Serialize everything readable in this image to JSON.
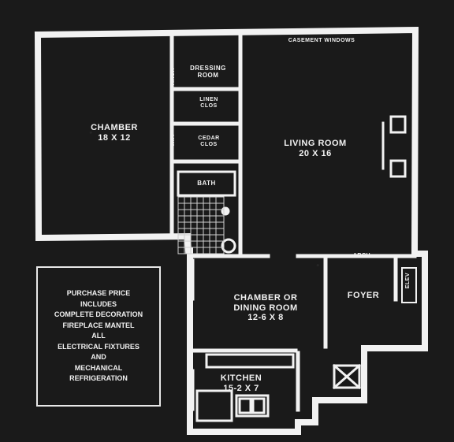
{
  "rooms": {
    "chamber": {
      "name": "CHAMBER",
      "dims": "18 x 12"
    },
    "dressing": {
      "name": "DRESSING",
      "name2": "ROOM"
    },
    "linen": {
      "name": "LINEN",
      "name2": "CLOS"
    },
    "cedar": {
      "name": "CEDAR",
      "name2": "CLOS"
    },
    "bath": {
      "name": "BATH"
    },
    "living": {
      "name": "LIVING ROOM",
      "dims": "20 x 16"
    },
    "chamber_dining": {
      "name": "CHAMBER OR",
      "name2": "DINING ROOM",
      "dims": "12-6 x 8"
    },
    "foyer": {
      "name": "FOYER"
    },
    "kitchen": {
      "name": "KITCHEN",
      "dims": "15-2 x 7"
    }
  },
  "annotations": {
    "casement": "CASEMENT WINDOWS",
    "arch_top": "ARCH",
    "arch_foyer": "ARCH",
    "wp": "W.P.",
    "elev": "ELEV"
  },
  "promo": {
    "lines": [
      "PURCHASE PRICE",
      "INCLUDES",
      "COMPLETE DECORATION",
      "FIREPLACE MANTEL",
      "ALL",
      "ELECTRICAL FIXTURES",
      "AND",
      "MECHANICAL",
      "REFRIGERATION"
    ]
  },
  "colors": {
    "wall": "#f2f2f2",
    "background": "#1a1a1a"
  }
}
